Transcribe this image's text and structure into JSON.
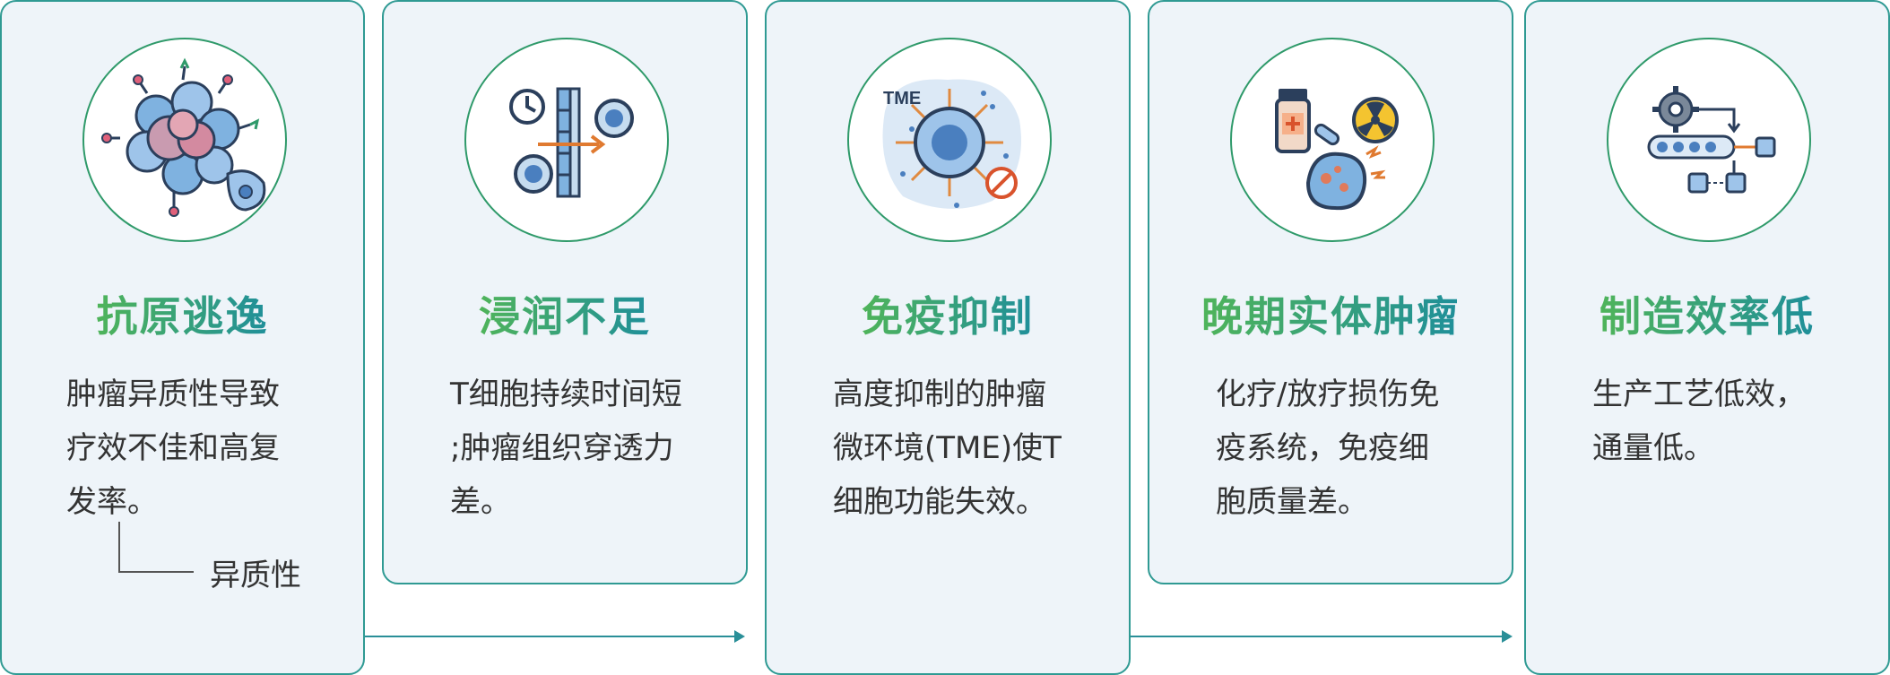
{
  "colors": {
    "card_border": "#2f9a93",
    "card_fill": "#eef4f9",
    "circle_border": "#2f9a6a",
    "title_gradient_start": "#4fb45a",
    "title_gradient_end": "#1f8f9a",
    "arrow": "#2a8f98",
    "text": "#333333"
  },
  "cards": [
    {
      "title": "抗原逃逸",
      "icon": "heterogeneous-tumor-cells-icon",
      "lines": [
        "肿瘤异质性导致",
        "疗效不佳和高复",
        "发率。"
      ],
      "annotation": "异质性"
    },
    {
      "title": "浸润不足",
      "icon": "t-cell-barrier-icon",
      "lines": [
        "T细胞持续时间短",
        ";肿瘤组织穿透力",
        "差。"
      ]
    },
    {
      "title": "免疫抑制",
      "icon": "tme-suppression-icon",
      "icon_text": "TME",
      "lines": [
        "高度抑制的肿瘤",
        "微环境(TME)使T",
        "细胞功能失效。"
      ]
    },
    {
      "title": "晚期实体肿瘤",
      "icon": "chemo-radiation-damage-icon",
      "lines": [
        "化疗/放疗损伤免",
        "疫系统，免疫细",
        "胞质量差。"
      ]
    },
    {
      "title": "制造效率低",
      "icon": "manufacturing-process-icon",
      "lines": [
        "生产工艺低效，",
        "通量低。"
      ]
    }
  ]
}
